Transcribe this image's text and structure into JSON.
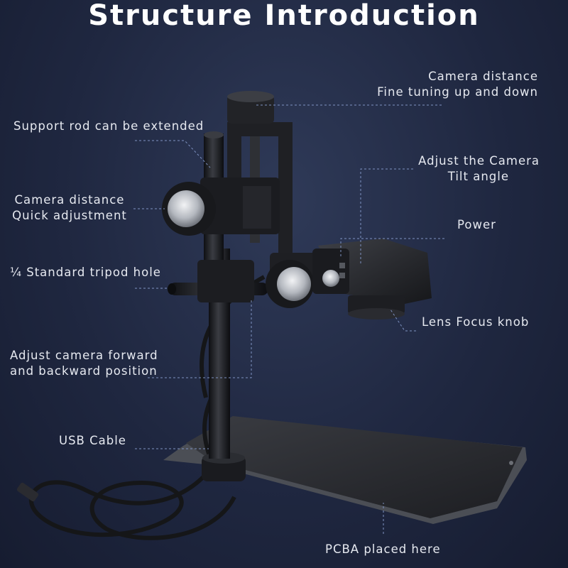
{
  "title": "Structure Introduction",
  "callouts": {
    "camera_distance_fine": {
      "line1": "Camera distance",
      "line2": "Fine tuning up and down"
    },
    "support_rod": {
      "line1": "Support rod can be extended"
    },
    "tilt_angle": {
      "line1": "Adjust the Camera",
      "line2": "Tilt angle"
    },
    "quick_adjust": {
      "line1": "Camera distance",
      "line2": "Quick adjustment"
    },
    "power": {
      "line1": "Power"
    },
    "tripod_hole": {
      "line1": "¼ Standard tripod hole"
    },
    "lens_focus": {
      "line1": "Lens Focus knob"
    },
    "forward_backward": {
      "line1": "Adjust camera forward",
      "line2": "and backward position"
    },
    "usb_cable": {
      "line1": "USB Cable"
    },
    "pcba": {
      "line1": "PCBA placed here"
    }
  },
  "colors": {
    "background": "#1f2740",
    "leader_line": "#7f93c2",
    "device_body": "#1c1d21",
    "knob_metal": "#c9ccd2"
  }
}
